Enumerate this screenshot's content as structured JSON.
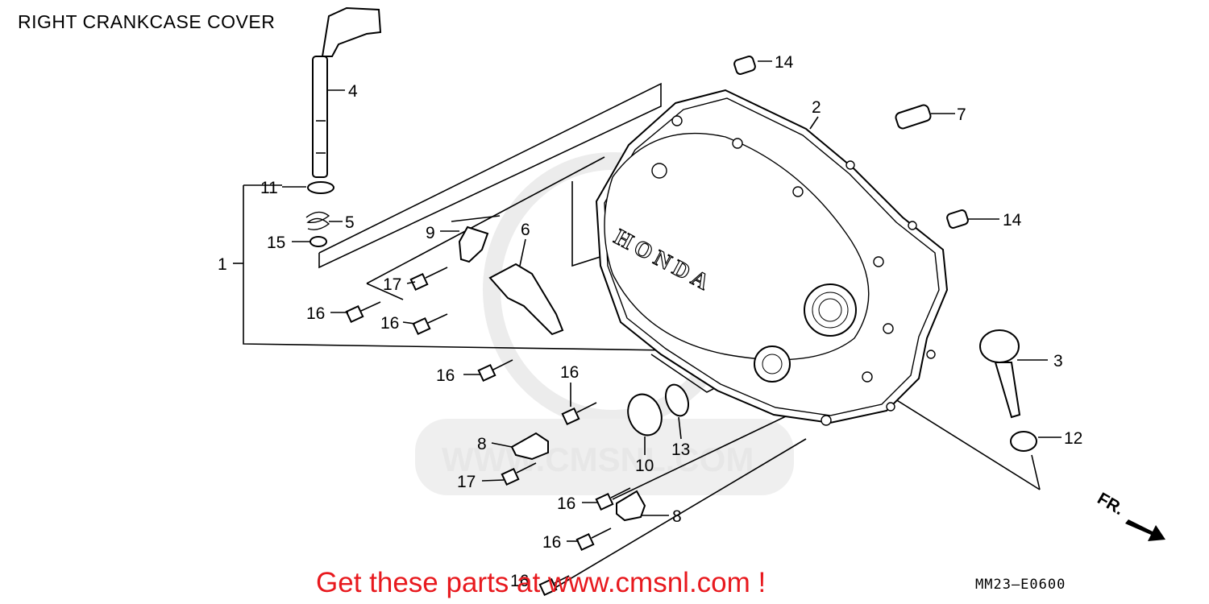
{
  "header": {
    "title": "RIGHT CRANKCASE COVER"
  },
  "footer": {
    "promo": "Get these parts at www.cmsnl.com !",
    "diagram_code": "MM23–E0600"
  },
  "watermark": {
    "text": "WWW.CMSNL.COM"
  },
  "cover": {
    "brand": "HONDA"
  },
  "direction": {
    "text": "FR."
  },
  "callouts": {
    "c1": "1",
    "c2": "2",
    "c3": "3",
    "c4": "4",
    "c5": "5",
    "c6": "6",
    "c7": "7",
    "c8a": "8",
    "c8b": "8",
    "c9": "9",
    "c10": "10",
    "c11": "11",
    "c12": "12",
    "c13": "13",
    "c14a": "14",
    "c14b": "14",
    "c15": "15",
    "c16a": "16",
    "c16b": "16",
    "c16c": "16",
    "c16d": "16",
    "c16e": "16",
    "c16f": "16",
    "c16g": "16",
    "c17a": "17",
    "c17b": "17"
  }
}
